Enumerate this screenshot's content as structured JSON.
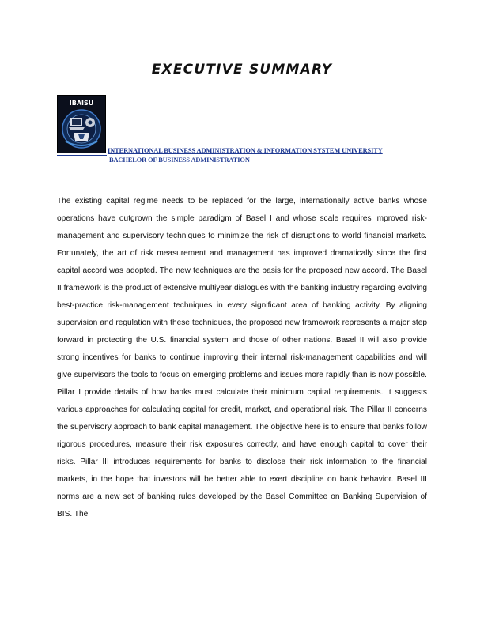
{
  "document": {
    "title": "EXECUTIVE SUMMARY",
    "logo": {
      "icon": "university-crest-logo",
      "text": "IBAISU"
    },
    "institution": {
      "name": "INTERNATIONAL BUSINESS ADMINISTRATION & INFORMATION SYSTEM UNIVERSITY",
      "degree": "BACHELOR OF BUSINESS ADMINISTRATION"
    },
    "body": "The existing capital regime needs to be replaced for the large, internationally active banks whose operations have outgrown the simple paradigm of Basel I and whose scale requires improved risk-management and supervisory techniques to minimize the risk of disruptions to world financial markets. Fortunately, the art of risk measurement and management has improved dramatically since the first capital accord was adopted. The new techniques are the basis for the proposed new accord. The Basel II framework is the product of extensive multiyear dialogues with the banking industry regarding evolving best-practice risk-management techniques in every significant area of banking activity. By aligning supervision and regulation with these techniques, the proposed new framework represents a major step forward in protecting the U.S. financial system and those of other nations. Basel II will also provide strong incentives for banks to continue improving their internal risk-management capabilities and will give supervisors the tools to focus on emerging problems and issues more rapidly than is now possible. Pillar I provide details of how banks must calculate their minimum capital requirements. It suggests various approaches for calculating capital for credit, market, and operational risk. The Pillar II concerns the supervisory approach to bank capital management. The objective here is to ensure that banks follow rigorous procedures, measure their risk exposures correctly, and have enough capital to cover their risks. Pillar III introduces requirements for banks to disclose their risk information to the financial markets, in the hope that investors will be better able to exert discipline on bank behavior. Basel III norms are a new set of banking rules developed by the Basel Committee on Banking Supervision of BIS. The"
  }
}
